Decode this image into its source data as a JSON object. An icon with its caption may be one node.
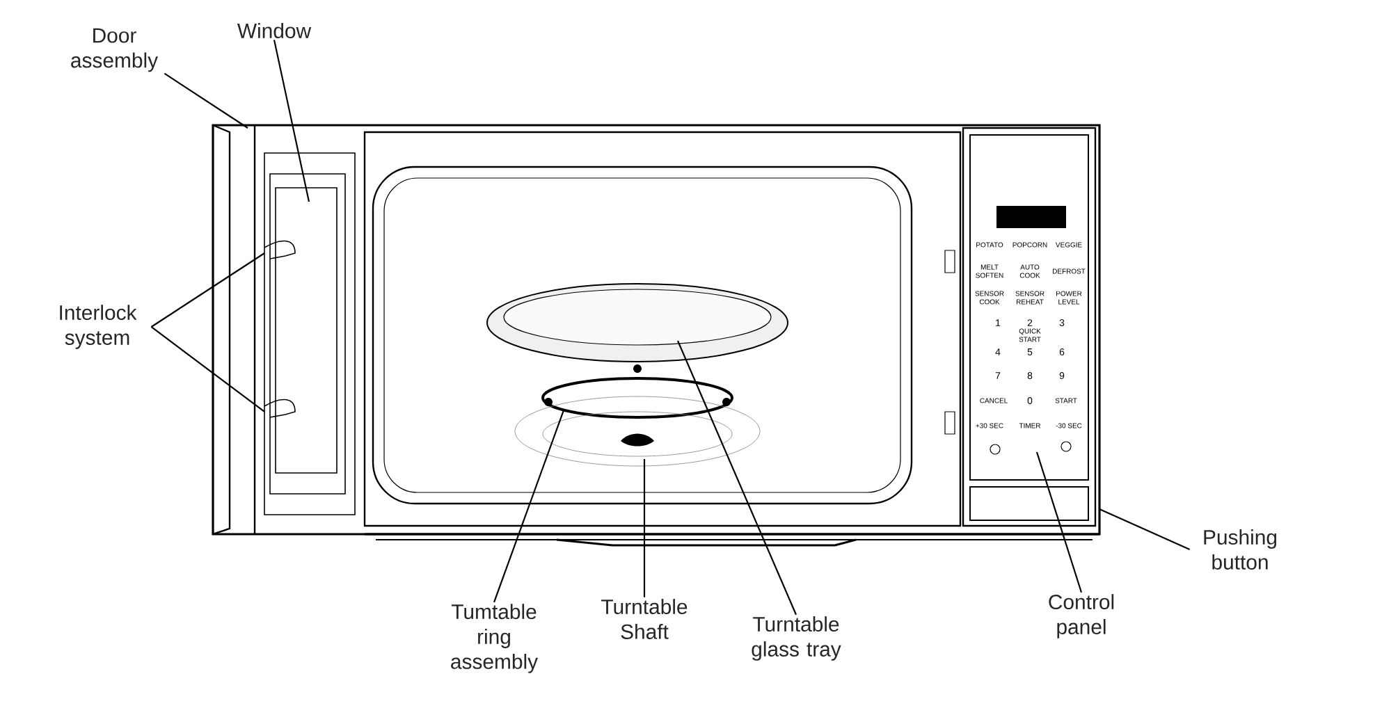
{
  "diagram": {
    "nodes": [
      {
        "text": [
          "Door assembly"
        ]
      },
      {
        "text": [
          "Window"
        ]
      },
      {
        "text": [
          "Interlock system"
        ]
      },
      {
        "text": [
          "Tumtable ring assembly"
        ]
      },
      {
        "text": [
          "Turntable Shaft"
        ]
      },
      {
        "text": [
          "Turntable glass tray"
        ]
      },
      {
        "text": [
          "Control panel"
        ]
      },
      {
        "text": [
          "Pushing button"
        ]
      }
    ],
    "edges": [
      {
        "from": 0,
        "to": null,
        "arrow": "none"
      },
      {
        "from": 1,
        "to": null,
        "arrow": "none"
      },
      {
        "from": 2,
        "to": null,
        "arrow": "none"
      },
      {
        "from": 2,
        "to": null,
        "arrow": "none"
      },
      {
        "from": 3,
        "to": null,
        "arrow": "none"
      },
      {
        "from": 4,
        "to": null,
        "arrow": "none"
      },
      {
        "from": 5,
        "to": null,
        "arrow": "none"
      },
      {
        "from": 6,
        "to": null,
        "arrow": "none"
      },
      {
        "from": 7,
        "to": null,
        "arrow": "none"
      }
    ],
    "labels": [
      "POTATO",
      "POPCORN",
      "VEGGIE",
      "MELT SOFTEN",
      "AUTO COOK",
      "DEFROST",
      "SENSOR COOK",
      "SENSOR REHEAT",
      "POWER LEVEL",
      "1",
      "2",
      "3",
      "QUICK START",
      "4",
      "5",
      "6",
      "7",
      "8",
      "9",
      "CANCEL",
      "0",
      "START",
      "+30 SEC",
      "TIMER",
      "-30 SEC"
    ]
  }
}
